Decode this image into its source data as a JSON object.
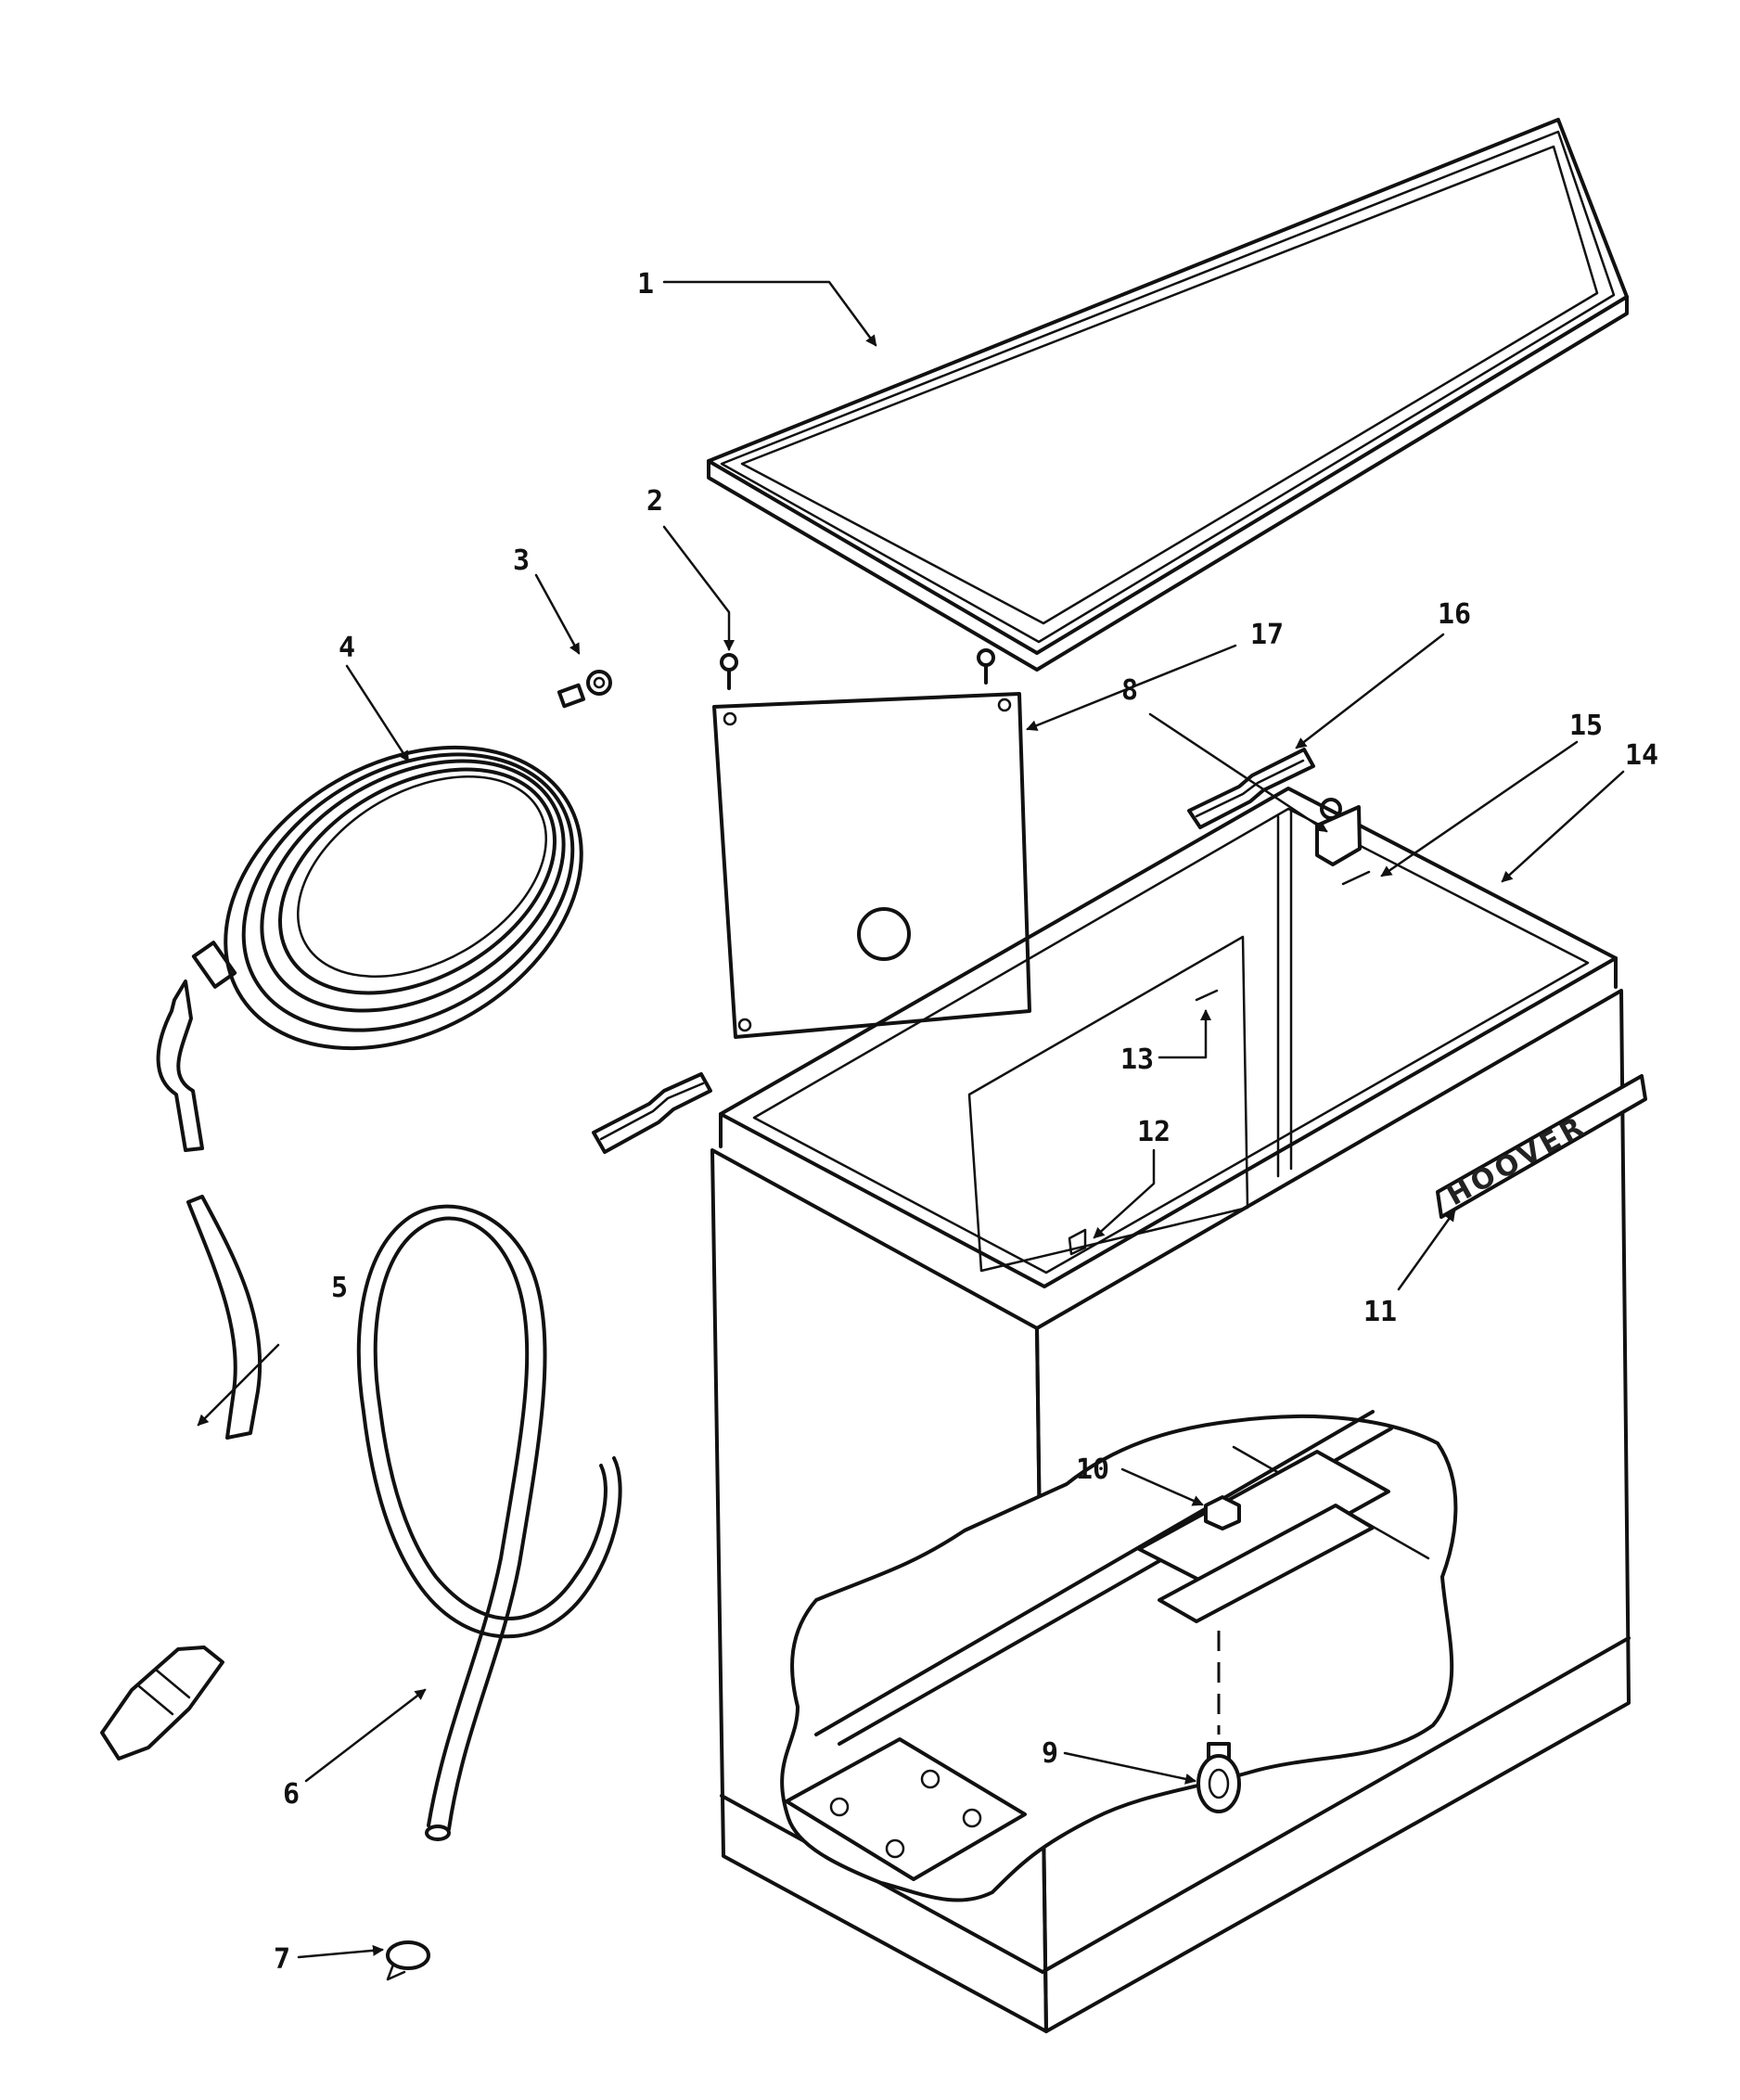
{
  "brand_plate_text": "HOOVER",
  "callouts": [
    {
      "id": "1",
      "label": "1"
    },
    {
      "id": "2",
      "label": "2"
    },
    {
      "id": "3",
      "label": "3"
    },
    {
      "id": "4",
      "label": "4"
    },
    {
      "id": "5",
      "label": "5"
    },
    {
      "id": "6",
      "label": "6"
    },
    {
      "id": "7",
      "label": "7"
    },
    {
      "id": "8",
      "label": "8"
    },
    {
      "id": "9",
      "label": "9"
    },
    {
      "id": "10",
      "label": "10"
    },
    {
      "id": "11",
      "label": "11"
    },
    {
      "id": "12",
      "label": "12"
    },
    {
      "id": "13",
      "label": "13"
    },
    {
      "id": "14",
      "label": "14"
    },
    {
      "id": "15",
      "label": "15"
    },
    {
      "id": "16",
      "label": "16"
    },
    {
      "id": "17",
      "label": "17"
    }
  ]
}
